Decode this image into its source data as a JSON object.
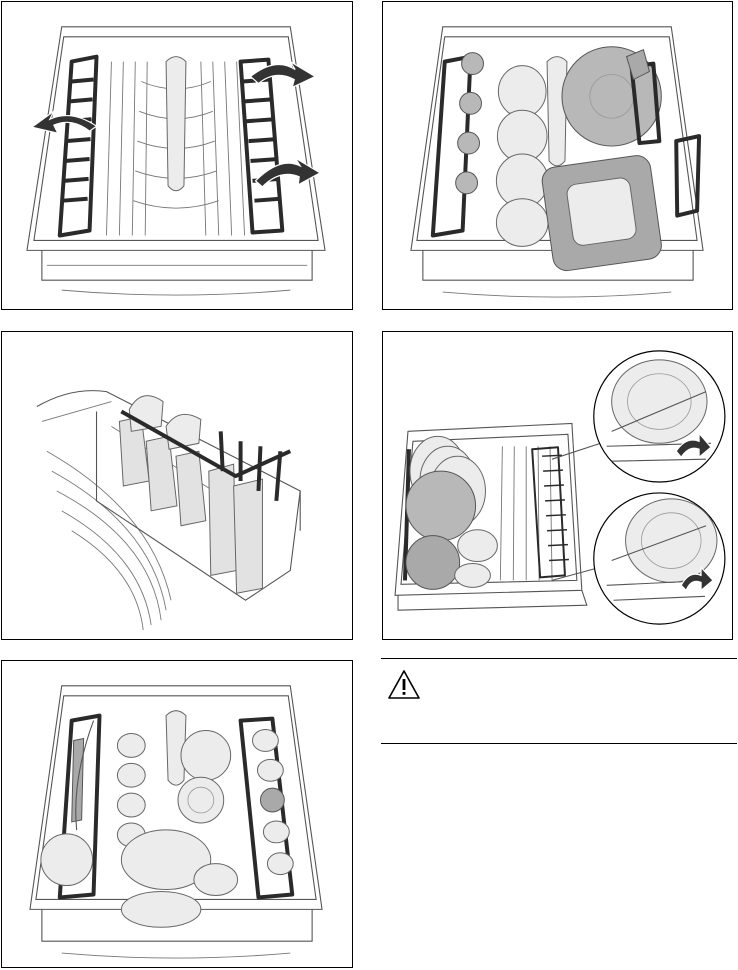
{
  "figures": [
    {
      "id": "rack-foldable-shelves"
    },
    {
      "id": "rack-loaded-plates"
    },
    {
      "id": "cup-holder-detail"
    },
    {
      "id": "rack-plate-rows"
    },
    {
      "id": "rack-fully-loaded"
    }
  ],
  "warning": {
    "icon": "warning-triangle-icon",
    "text": ""
  },
  "colors": {
    "line": "#555555",
    "dark_part": "#2a2a2a",
    "grey_item": "#a9a9a9"
  }
}
